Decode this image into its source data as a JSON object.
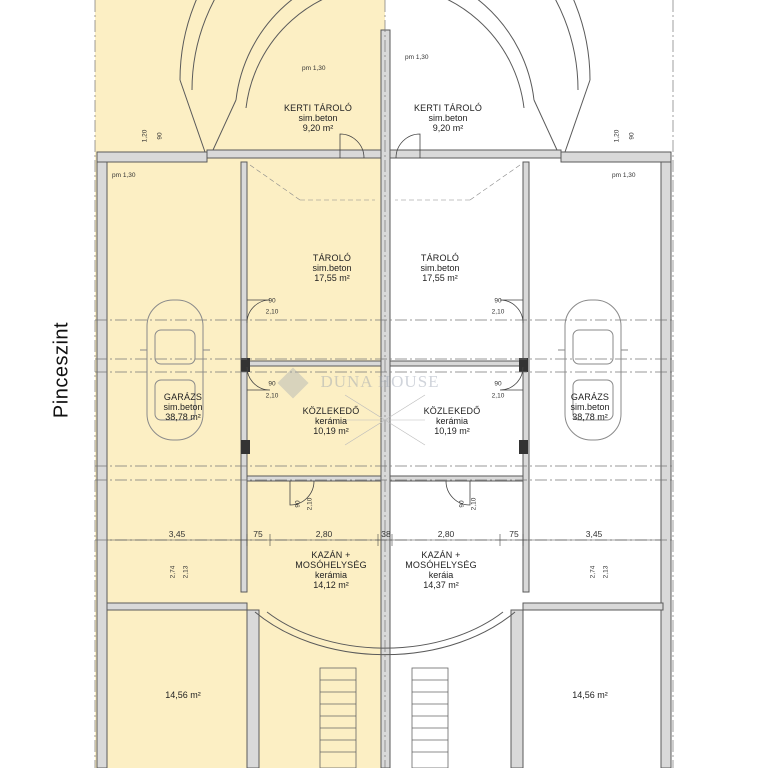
{
  "floor_label": "Pinceszint",
  "watermark": "DUNA HOUSE",
  "colors": {
    "highlight": "#fcefc4",
    "wall": "#6f6f6f",
    "line": "#555555"
  },
  "left_unit": {
    "kerti_name": "KERTI TÁROLÓ",
    "kerti_sub": "sim.beton",
    "kerti_area": "9,20 m²",
    "tarolo_name": "TÁROLÓ",
    "tarolo_sub": "sim.beton",
    "tarolo_area": "17,55 m²",
    "garazs_name": "GARÁZS",
    "garazs_sub": "sim.beton",
    "garazs_area": "38,78 m²",
    "kozl_name": "KÖZLEKEDŐ",
    "kozl_sub": "kerámia",
    "kozl_area": "10,19 m²",
    "kazan_name1": "KAZÁN +",
    "kazan_name2": "MOSÓHELYSÉG",
    "kazan_sub": "kerámia",
    "kazan_area": "14,12 m²",
    "bottom_area": "14,56 m²"
  },
  "right_unit": {
    "kerti_name": "KERTI TÁROLÓ",
    "kerti_sub": "sim.beton",
    "kerti_area": "9,20 m²",
    "tarolo_name": "TÁROLÓ",
    "tarolo_sub": "sim.beton",
    "tarolo_area": "17,55 m²",
    "garazs_name": "GARÁZS",
    "garazs_sub": "sim.beton",
    "garazs_area": "38,78 m²",
    "kozl_name": "KÖZLEKEDŐ",
    "kozl_sub": "kerámia",
    "kozl_area": "10,19 m²",
    "kazan_name1": "KAZÁN +",
    "kazan_name2": "MOSÓHELYSÉG",
    "kazan_sub": "keráia",
    "kazan_area": "14,37 m²",
    "bottom_area": "14,56 m²"
  },
  "dimensions": {
    "left_345": "3,45",
    "left_75": "75",
    "left_280": "2,80",
    "mid_38": "38",
    "right_280": "2,80",
    "right_75": "75",
    "right_345": "3,45",
    "d90": "90",
    "d210": "2,10",
    "d120": "1,20",
    "d274": "2,74",
    "d213": "2,13",
    "pm130": "pm 1,30"
  }
}
